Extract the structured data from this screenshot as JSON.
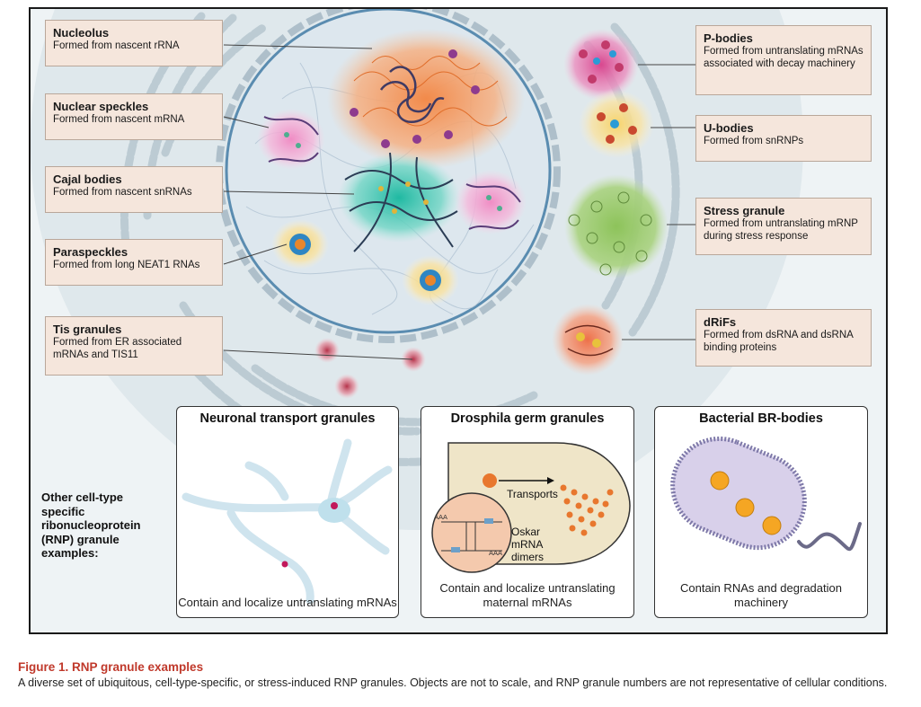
{
  "labels_left": [
    {
      "title": "Nucleolus",
      "desc": "Formed from nascent rRNA"
    },
    {
      "title": "Nuclear speckles",
      "desc": "Formed from nascent mRNA"
    },
    {
      "title": "Cajal bodies",
      "desc": "Formed from nascent snRNAs"
    },
    {
      "title": "Paraspeckles",
      "desc": "Formed from long NEAT1 RNAs"
    },
    {
      "title": "Tis granules",
      "desc": "Formed from ER associated mRNAs and TIS11"
    }
  ],
  "labels_right": [
    {
      "title": "P-bodies",
      "desc": "Formed from untranslating mRNAs associated with decay machinery"
    },
    {
      "title": "U-bodies",
      "desc": "Formed from snRNPs"
    },
    {
      "title": "Stress granule",
      "desc": "Formed from untranslating mRNP during stress response"
    },
    {
      "title": "dRiFs",
      "desc": "Formed from dsRNA and dsRNA binding proteins"
    }
  ],
  "other_label": "Other cell-type specific ribonucleoprotein (RNP) granule examples:",
  "panels": [
    {
      "title": "Neuronal transport granules",
      "desc": "Contain and localize untranslating mRNAs"
    },
    {
      "title": "Drosphila germ granules",
      "desc": "Contain and localize untranslating maternal mRNAs"
    },
    {
      "title": "Bacterial BR-bodies",
      "desc": "Contain RNAs and degradation machinery"
    }
  ],
  "germ": {
    "transports": "Transports",
    "oskar": "Oskar mRNA dimers",
    "aaa": "AAA"
  },
  "caption": {
    "title": "Figure 1. RNP granule examples",
    "text": "A diverse set of ubiquitous, cell-type-specific, or stress-induced RNP granules. Objects are not to scale, and RNP granule numbers are not representative of cellular conditions."
  },
  "colors": {
    "nucleolus": "#f0a06a",
    "speckle": "#f3b8d8",
    "cajal": "#3cc5b0",
    "stress": "#9ec96e",
    "drif": "#f07a50",
    "label_bg": "#f5e6dc",
    "caption_title": "#c0392b"
  }
}
